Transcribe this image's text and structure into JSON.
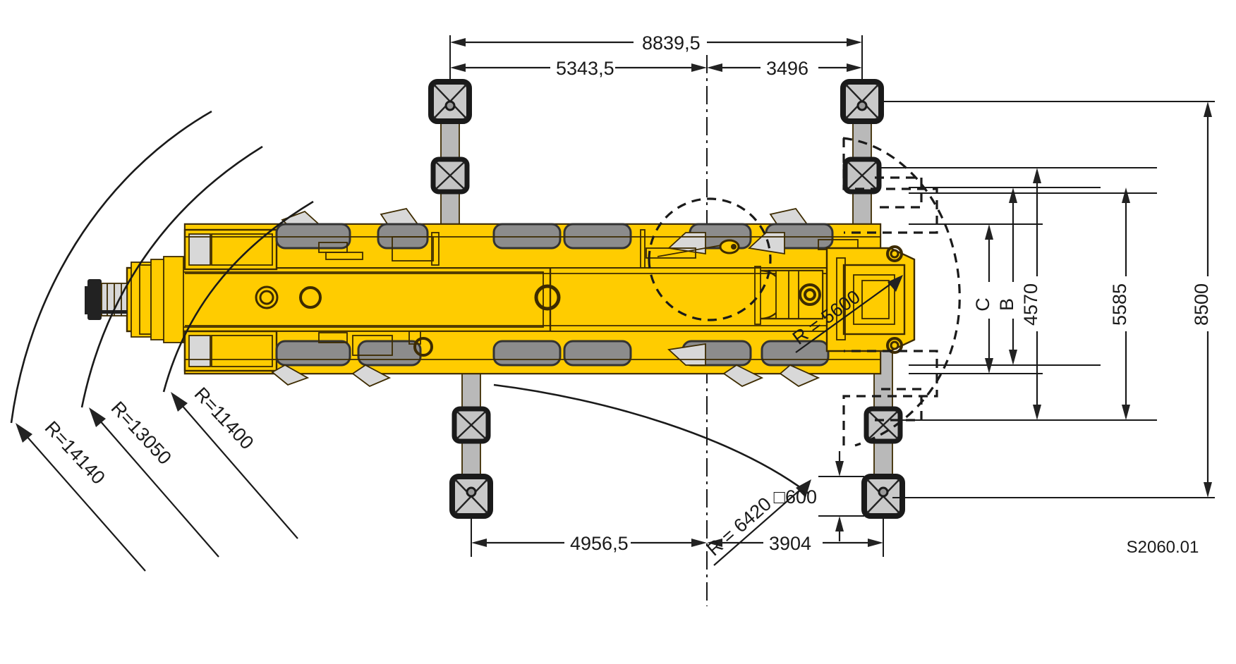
{
  "drawing": {
    "title": "Mobile crane carrier plan view with outrigger dimensions",
    "code": "S2060.01",
    "units": "mm",
    "colors": {
      "body": "#FFCC00",
      "outline": "#3d2b00",
      "metal_dark": "#8c8c8c",
      "metal_light": "#d8d8d8",
      "line": "#1a1a1a"
    }
  },
  "dimensions": {
    "top": [
      {
        "id": "total-top",
        "label": "8839,5"
      },
      {
        "id": "front-top",
        "label": "5343,5"
      },
      {
        "id": "rear-top",
        "label": "3496"
      }
    ],
    "bottom": [
      {
        "id": "front-bottom",
        "label": "4956,5"
      },
      {
        "id": "rear-bottom",
        "label": "3904"
      }
    ],
    "right": [
      {
        "id": "width-c",
        "label": "C"
      },
      {
        "id": "width-b",
        "label": "B"
      },
      {
        "id": "width-4570",
        "label": "4570"
      },
      {
        "id": "width-5585",
        "label": "5585"
      },
      {
        "id": "width-8500",
        "label": "8500"
      }
    ],
    "pad": {
      "id": "outrigger-pad-size",
      "label": "□600"
    }
  },
  "radii": [
    {
      "id": "r-14140",
      "label": "R=14140"
    },
    {
      "id": "r-13050",
      "label": "R=13050"
    },
    {
      "id": "r-11400",
      "label": "R=11400"
    },
    {
      "id": "r-6420",
      "label": "R = 6420"
    },
    {
      "id": "r-5600",
      "label": "R = 5600"
    }
  ]
}
